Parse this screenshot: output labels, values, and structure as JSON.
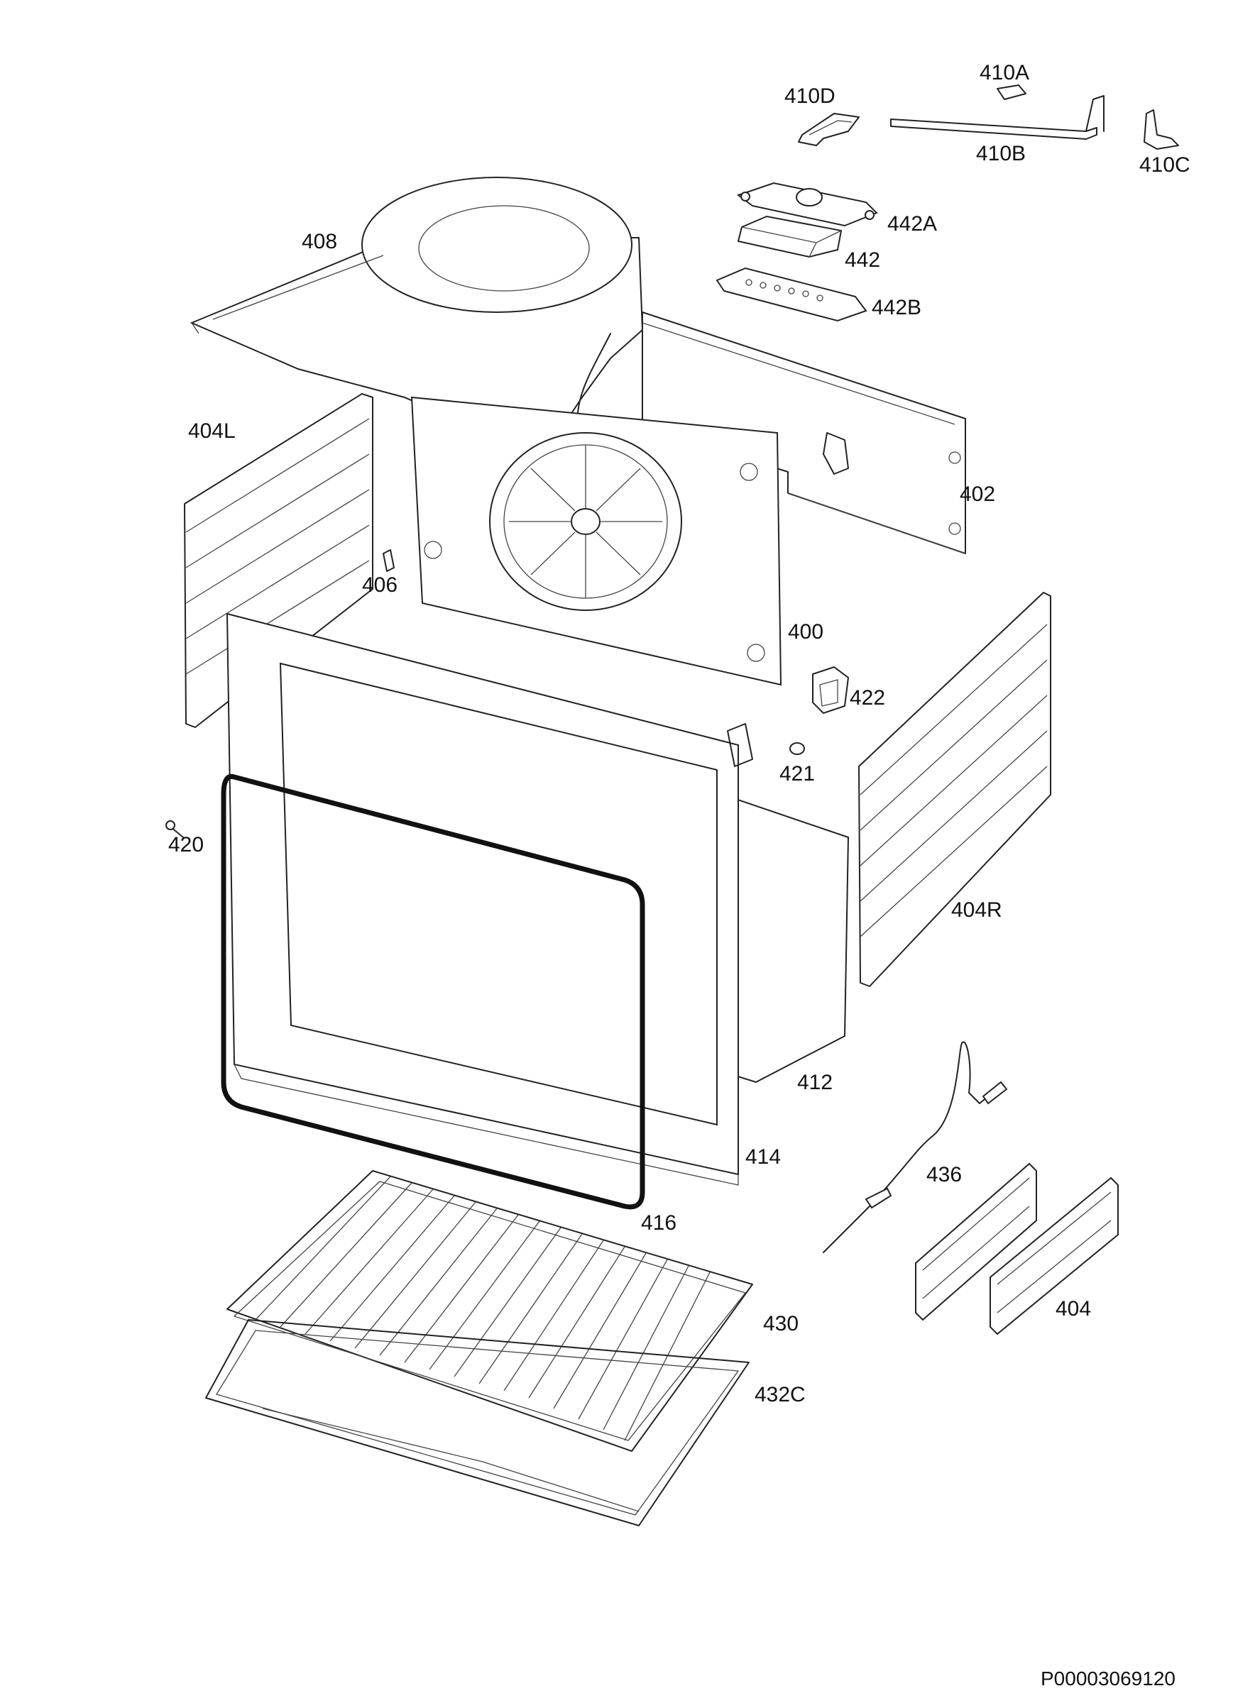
{
  "diagram": {
    "drawing_code": "P00003069120",
    "labels": {
      "p410A": "410A",
      "p410D": "410D",
      "p410B": "410B",
      "p410C": "410C",
      "p442A": "442A",
      "p442": "442",
      "p442B": "442B",
      "p408": "408",
      "p404L": "404L",
      "p402": "402",
      "p406": "406",
      "p400": "400",
      "p422": "422",
      "p421": "421",
      "p420": "420",
      "p404R": "404R",
      "p412": "412",
      "p414": "414",
      "p416": "416",
      "p436": "436",
      "p404": "404",
      "p430": "430",
      "p432C": "432C"
    }
  }
}
